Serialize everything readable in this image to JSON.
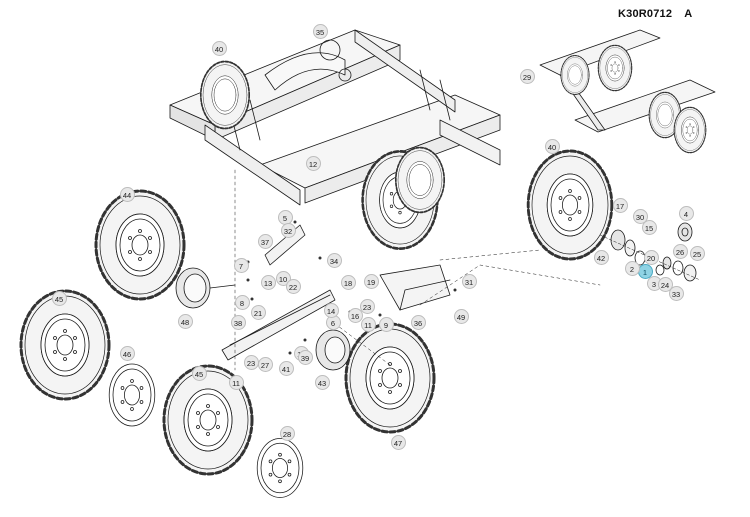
{
  "header": {
    "drawing_code": "K30R0712",
    "revision": "A"
  },
  "highlight_color": "#8fd3e4",
  "callouts": [
    {
      "label": "1",
      "highlighted": true
    },
    {
      "label": "2"
    },
    {
      "label": "3"
    },
    {
      "label": "4"
    },
    {
      "label": "5"
    },
    {
      "label": "6"
    },
    {
      "label": "7"
    },
    {
      "label": "8"
    },
    {
      "label": "9"
    },
    {
      "label": "10"
    },
    {
      "label": "11"
    },
    {
      "label": "11"
    },
    {
      "label": "11"
    },
    {
      "label": "12"
    },
    {
      "label": "13"
    },
    {
      "label": "14"
    },
    {
      "label": "15"
    },
    {
      "label": "16"
    },
    {
      "label": "17"
    },
    {
      "label": "18"
    },
    {
      "label": "19"
    },
    {
      "label": "20"
    },
    {
      "label": "21"
    },
    {
      "label": "22"
    },
    {
      "label": "23"
    },
    {
      "label": "23"
    },
    {
      "label": "24"
    },
    {
      "label": "25"
    },
    {
      "label": "26"
    },
    {
      "label": "27"
    },
    {
      "label": "28"
    },
    {
      "label": "29"
    },
    {
      "label": "30"
    },
    {
      "label": "31"
    },
    {
      "label": "32"
    },
    {
      "label": "33"
    },
    {
      "label": "34"
    },
    {
      "label": "35"
    },
    {
      "label": "36"
    },
    {
      "label": "37"
    },
    {
      "label": "38"
    },
    {
      "label": "39"
    },
    {
      "label": "40"
    },
    {
      "label": "40"
    },
    {
      "label": "41"
    },
    {
      "label": "42"
    },
    {
      "label": "43"
    },
    {
      "label": "44"
    },
    {
      "label": "45"
    },
    {
      "label": "45"
    },
    {
      "label": "46"
    },
    {
      "label": "47"
    },
    {
      "label": "48"
    },
    {
      "label": "49"
    }
  ]
}
